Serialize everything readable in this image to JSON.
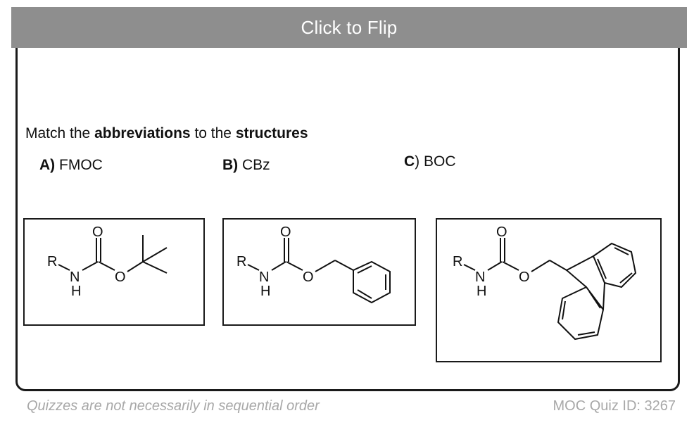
{
  "flip_button": {
    "label": "Click to Flip"
  },
  "question": {
    "prefix": "Match the ",
    "bold1": "abbreviations",
    "middle": " to the ",
    "bold2": "structures"
  },
  "options": [
    {
      "letter": "A)",
      "text": " FMOC"
    },
    {
      "letter": "B)",
      "text": " CBz"
    },
    {
      "letter": "C",
      "text": ") BOC"
    }
  ],
  "structures": {
    "atom_labels": {
      "r": "R",
      "n": "N",
      "h": "H",
      "o": "O"
    }
  },
  "footer": {
    "note": "Quizzes are not necessarily in sequential order",
    "quiz_id": "MOC Quiz ID: 3267"
  }
}
